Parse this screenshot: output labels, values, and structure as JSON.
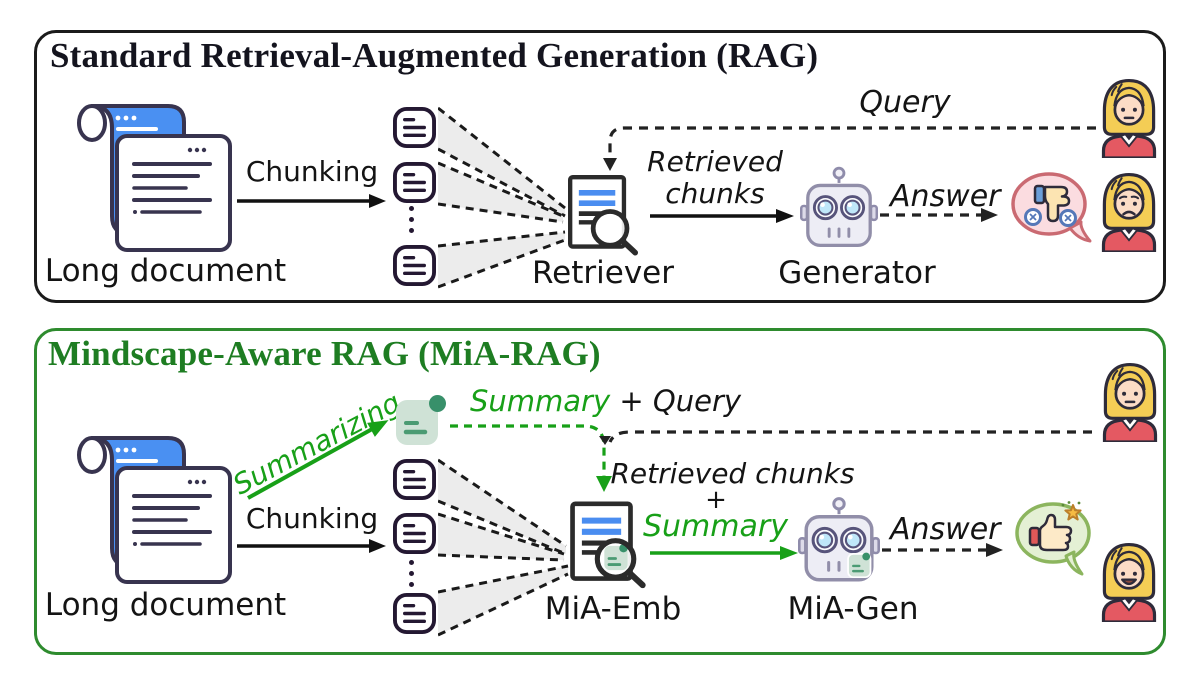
{
  "colors": {
    "green_accent": "#18a018",
    "green_title": "#1e7d22",
    "green_border": "#2e8b2e",
    "black_border": "#1b1b1b",
    "text_black": "#141414",
    "doc_blue": "#4a90f2",
    "chunk_outline": "#241832",
    "summary_fill": "#cfe2d6",
    "summary_dot": "#38906a",
    "bad_bubble_fill": "#fbdce0",
    "bad_bubble_border": "#ca6a72",
    "good_bubble_fill": "#e4f0d4",
    "good_bubble_border": "#8cb55e"
  },
  "icons": {
    "long-document": "stacked scroll pages",
    "chunk": "small document with lines",
    "retriever": "document with magnifier",
    "generator": "robot",
    "mia-emb": "document with magnifier over green summary",
    "mia-gen": "robot with green summary chip",
    "summary": "green note with dot",
    "user": "woman avatar",
    "bad-answer": "thumbs-down speech bubble",
    "good-answer": "thumbs-up speech bubble"
  },
  "standard": {
    "title": "Standard Retrieval-Augmented Generation (RAG)",
    "long_document_label": "Long document",
    "chunking_label": "Chunking",
    "retriever_label": "Retriever",
    "generator_label": "Generator",
    "query_label": "Query",
    "retrieved_line1": "Retrieved",
    "retrieved_line2": "chunks",
    "answer_label": "Answer"
  },
  "mia": {
    "title": "Mindscape-Aware RAG (MiA-RAG)",
    "long_document_label": "Long document",
    "summarizing_label": "Summarizing",
    "summary_label": "Summary",
    "plus_query_label": " + Query",
    "chunking_label": "Chunking",
    "emb_label": "MiA-Emb",
    "retrieved_chunks_label": "Retrieved chunks",
    "plus_label": "+",
    "summary_input_label": "Summary",
    "gen_label": "MiA-Gen",
    "answer_label": "Answer"
  }
}
